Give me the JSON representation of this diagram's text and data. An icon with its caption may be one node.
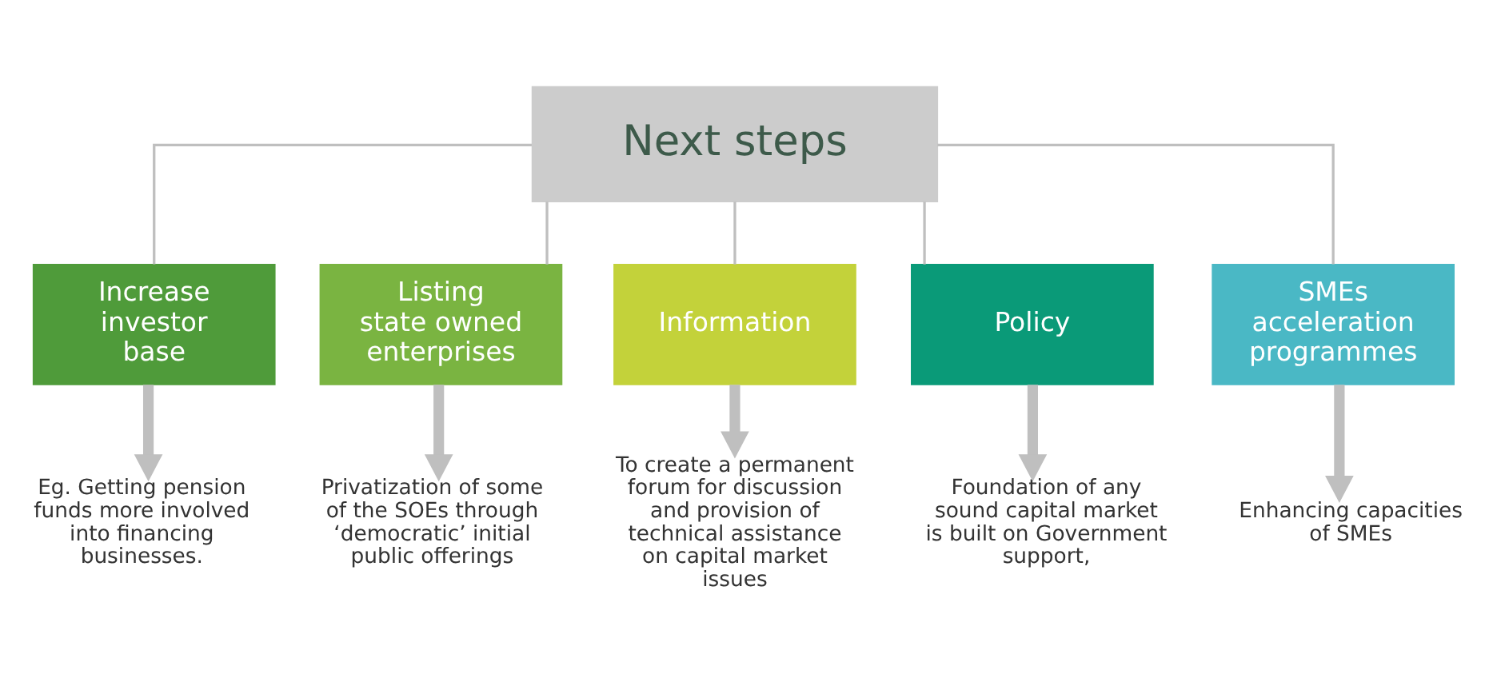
{
  "diagram": {
    "nodes": [
      {
        "text": [
          "Next steps"
        ]
      },
      {
        "text": [
          "Increase investor base"
        ]
      },
      {
        "text": [
          "Listing state owned enterprises"
        ]
      },
      {
        "text": [
          "Information"
        ]
      },
      {
        "text": [
          "Policy"
        ]
      },
      {
        "text": [
          "SMEs acceleration programmes"
        ]
      },
      {
        "text": [
          "Eg. Getting pension funds more involved into financing businesses."
        ]
      },
      {
        "text": [
          "Privatization of some of the SOEs through ‘democratic’ initial public offerings"
        ]
      },
      {
        "text": [
          "To create a permanent forum for discussion and provision of technical assistance on capital market issues"
        ]
      },
      {
        "text": [
          "Foundation of any sound capital market is built on Government support,"
        ]
      },
      {
        "text": [
          "Enhancing capacities of SMEs"
        ]
      }
    ],
    "edges": [
      {
        "from": 0,
        "to": 1,
        "arrow": "none"
      },
      {
        "from": 0,
        "to": 2,
        "arrow": "none"
      },
      {
        "from": 0,
        "to": 3,
        "arrow": "none"
      },
      {
        "from": 0,
        "to": 4,
        "arrow": "none"
      },
      {
        "from": 0,
        "to": 5,
        "arrow": "none"
      },
      {
        "from": 1,
        "to": 6,
        "arrow": "to",
        "style": "thick"
      },
      {
        "from": 2,
        "to": 7,
        "arrow": "to",
        "style": "thick"
      },
      {
        "from": 3,
        "to": 8,
        "arrow": "to",
        "style": "thick"
      },
      {
        "from": 4,
        "to": 9,
        "arrow": "to",
        "style": "thick"
      },
      {
        "from": 5,
        "to": 10,
        "arrow": "to",
        "style": "thick"
      }
    ]
  }
}
